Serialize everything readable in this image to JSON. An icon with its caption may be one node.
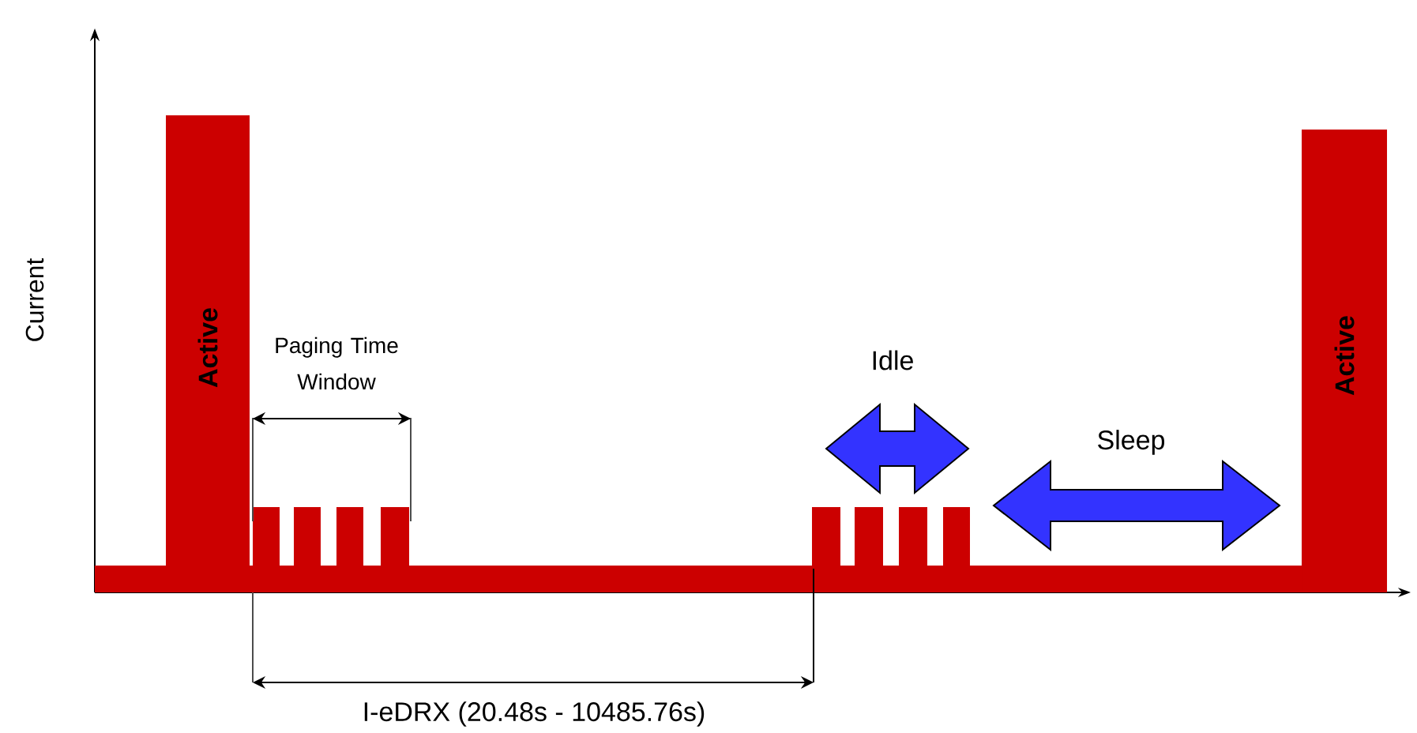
{
  "diagram": {
    "nodes": [
      {
        "text": [
          "Active"
        ]
      },
      {
        "text": [
          "Active"
        ]
      }
    ],
    "labels": [
      "Current",
      "Paging Time Window",
      "Idle",
      "Sleep",
      "I-eDRX (20.48s - 10485.76s)"
    ]
  }
}
